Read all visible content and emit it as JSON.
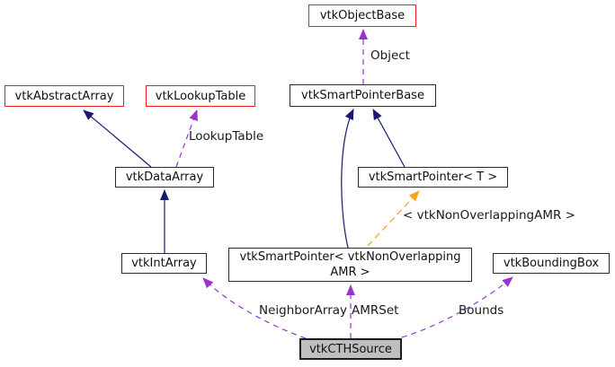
{
  "diagram": {
    "kind": "collaboration-graph",
    "colors": {
      "inheritance_edge": "#191970",
      "usage_edge": "#9a32cd",
      "template_relation_edge": "#ffa500",
      "external_node_border": "#fb1d1d",
      "node_border": "#2b2b2b",
      "current_node_fill": "#bfbfbf",
      "background": "#ffffff"
    },
    "nodes": [
      {
        "label": "vtkObjectBase"
      },
      {
        "label": "vtkAbstractArray"
      },
      {
        "label": "vtkLookupTable"
      },
      {
        "label": "vtkSmartPointerBase"
      },
      {
        "label": "vtkDataArray"
      },
      {
        "label": "vtkSmartPointer< T >"
      },
      {
        "label": "vtkIntArray"
      },
      {
        "label": "vtkSmartPointer< vtkNonOverlapping AMR >"
      },
      {
        "label": "vtkBoundingBox"
      },
      {
        "label": "vtkCTHSource"
      }
    ],
    "edge_labels": [
      {
        "text": "Object"
      },
      {
        "text": "LookupTable"
      },
      {
        "text": "< vtkNonOverlappingAMR >"
      },
      {
        "text": "NeighborArray"
      },
      {
        "text": "AMRSet"
      },
      {
        "text": "Bounds"
      }
    ],
    "edges": [
      {
        "from": "vtkSmartPointerBase",
        "to": "vtkObjectBase",
        "type": "usage",
        "label": "Object"
      },
      {
        "from": "vtkDataArray",
        "to": "vtkAbstractArray",
        "type": "inheritance",
        "label": ""
      },
      {
        "from": "vtkDataArray",
        "to": "vtkLookupTable",
        "type": "usage",
        "label": "LookupTable"
      },
      {
        "from": "vtkIntArray",
        "to": "vtkDataArray",
        "type": "inheritance",
        "label": ""
      },
      {
        "from": "vtkSmartPointer< T >",
        "to": "vtkSmartPointerBase",
        "type": "inheritance",
        "label": ""
      },
      {
        "from": "vtkSmartPointer< vtkNonOverlapping AMR >",
        "to": "vtkSmartPointerBase",
        "type": "inheritance",
        "label": ""
      },
      {
        "from": "vtkSmartPointer< vtkNonOverlapping AMR >",
        "to": "vtkSmartPointer< T >",
        "type": "template-instance",
        "label": "< vtkNonOverlappingAMR >"
      },
      {
        "from": "vtkCTHSource",
        "to": "vtkIntArray",
        "type": "usage",
        "label": "NeighborArray"
      },
      {
        "from": "vtkCTHSource",
        "to": "vtkSmartPointer< vtkNonOverlapping AMR >",
        "type": "usage",
        "label": "AMRSet"
      },
      {
        "from": "vtkCTHSource",
        "to": "vtkBoundingBox",
        "type": "usage",
        "label": "Bounds"
      }
    ]
  }
}
